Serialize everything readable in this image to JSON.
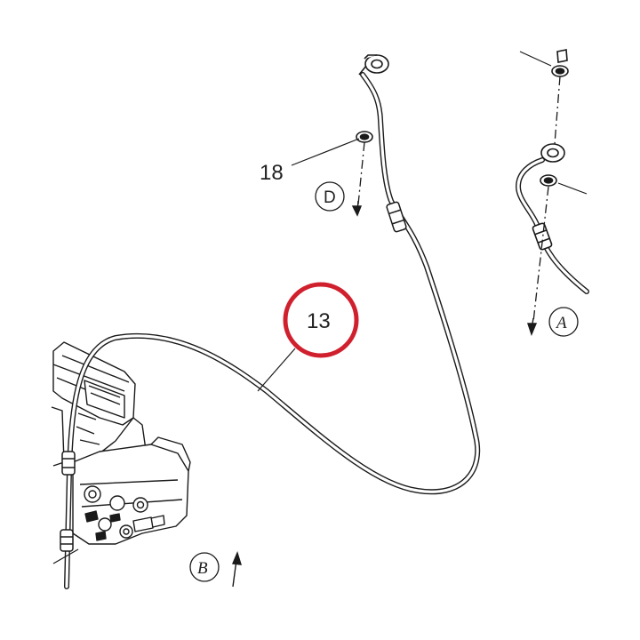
{
  "diagram": {
    "callouts": {
      "hose": "13",
      "washer": "18"
    },
    "direction_labels": {
      "a": "A",
      "b": "B",
      "d": "D"
    },
    "highlight_color": "#d0202e",
    "line_color": "#1a1a1a"
  }
}
